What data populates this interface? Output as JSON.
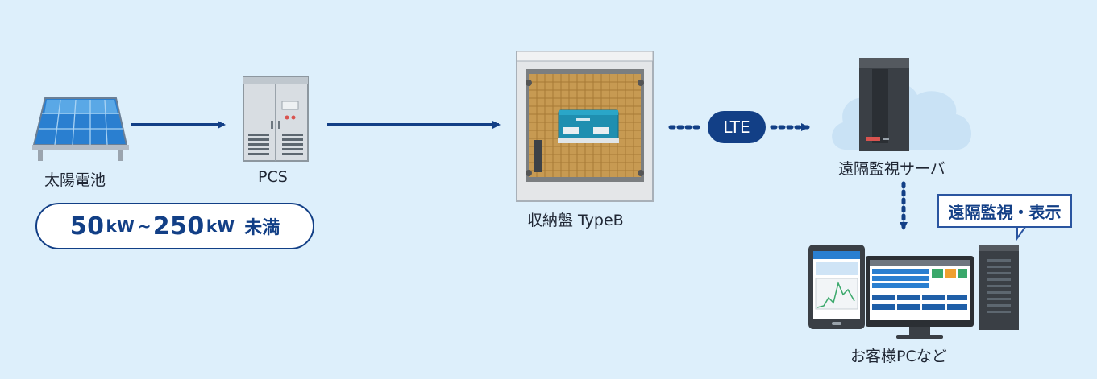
{
  "labels": {
    "solar": "太陽電池",
    "pcs": "PCS",
    "enclosure": "収納盤 TypeB",
    "server": "遠隔監視サーバ",
    "client": "お客様PCなど"
  },
  "capacity_badge": {
    "value_low": "50",
    "unit_low": "kW",
    "separator": "~",
    "value_high": "250",
    "unit_high": "kW",
    "suffix": "未満"
  },
  "link_label": "LTE",
  "callout_text": "遠隔監視・表示",
  "colors": {
    "background": "#ddeffb",
    "accent_navy": "#123f86",
    "panel_blue": "#2a7fd0",
    "device_teal": "#1f8fb0",
    "cloud": "#c9e2f5"
  }
}
